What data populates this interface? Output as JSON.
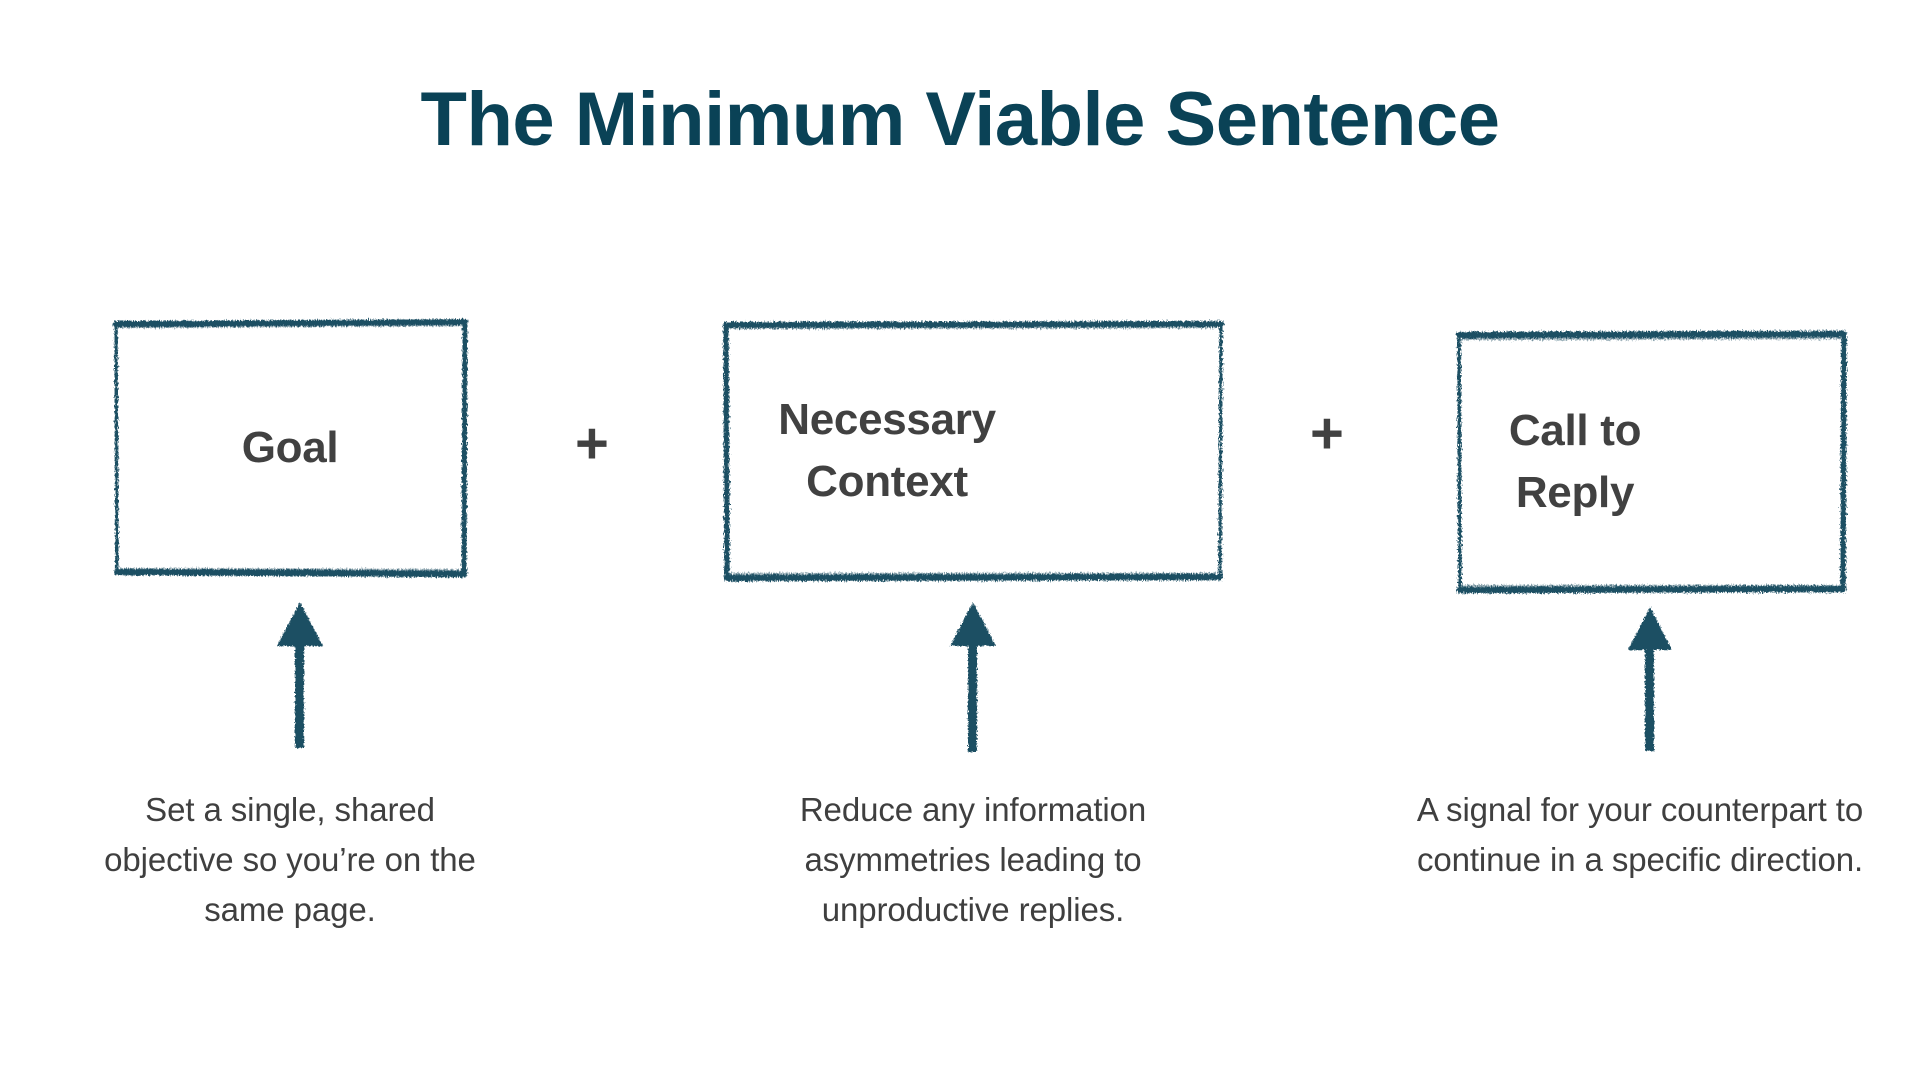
{
  "page": {
    "title": "The Minimum Viable Sentence",
    "background_color": "#ffffff"
  },
  "colors": {
    "title": "#0A4256",
    "box_border": "#1D4F63",
    "box_text": "#414141",
    "caption_text": "#3F3F3F",
    "plus": "#414141",
    "arrow": "#1D4F63"
  },
  "formula": {
    "operator_1": "+",
    "operator_2": "+"
  },
  "blocks": [
    {
      "id": "goal",
      "box_label": "Goal",
      "caption": "Set a single, shared objective so you’re on the same page.",
      "arrow": "up-arrow-icon"
    },
    {
      "id": "necessary-context",
      "box_label": "Necessary Context",
      "caption": "Reduce any information asymmetries leading to unproductive replies.",
      "arrow": "up-arrow-icon"
    },
    {
      "id": "call-to-reply",
      "box_label": "Call to Reply",
      "caption": "A signal for your counterpart to continue in a specific direction.",
      "arrow": "up-arrow-icon"
    }
  ]
}
